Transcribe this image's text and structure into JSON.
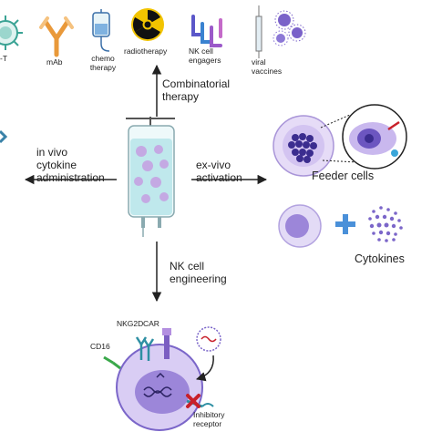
{
  "top_row": {
    "car_t_label": "-T",
    "mab_label": "mAb",
    "chemo_label": "chemo\ntherapy",
    "radio_label": "radiotherapy",
    "nk_engagers_label": "NK cell\nengagers",
    "viral_label": "viral\nvaccines"
  },
  "arrows": {
    "combinatorial_label": "Combinatorial\ntherapy",
    "invivo_label": "in vivo\ncytokine\nadministration",
    "exvivo_label": "ex-vivo\nactivation",
    "engineering_label": "NK cell\nengineering"
  },
  "right_panel": {
    "feeder_label": "Feeder cells",
    "cytokines_label": "Cytokines"
  },
  "nk_cell": {
    "nkg2d_label": "NKG2D",
    "car_label": "CAR",
    "cd16_label": "CD16",
    "inhibitory_label": "Inhibitory\nreceptor"
  },
  "colors": {
    "bag_fluid": "#bfe8ec",
    "nk_purple": "#7b66c9",
    "nk_light": "#d9cdf4",
    "feeder_dark": "#3b2d8f",
    "plus_blue": "#4a90d9",
    "radiation_yellow": "#f2c400",
    "mab_orange": "#e9993a",
    "receptor_red": "#c8202a"
  }
}
